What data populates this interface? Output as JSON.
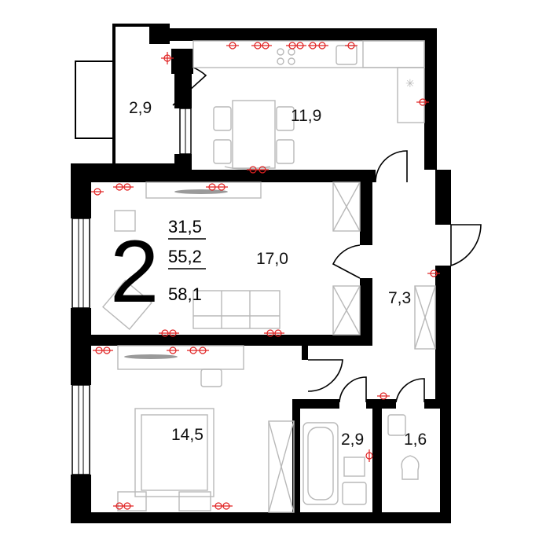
{
  "plan": {
    "rooms_count": "2",
    "totals": [
      "31,5",
      "55,2",
      "58,1"
    ],
    "rooms": {
      "balcony": "2,9",
      "kitchen": "11,9",
      "living": "17,0",
      "hall": "7,3",
      "bedroom": "14,5",
      "bathroom": "2,9",
      "wc": "1,6"
    },
    "colors": {
      "wall": "#000000",
      "furniture": "#b8b8b8",
      "outlet": "#e02020"
    }
  }
}
